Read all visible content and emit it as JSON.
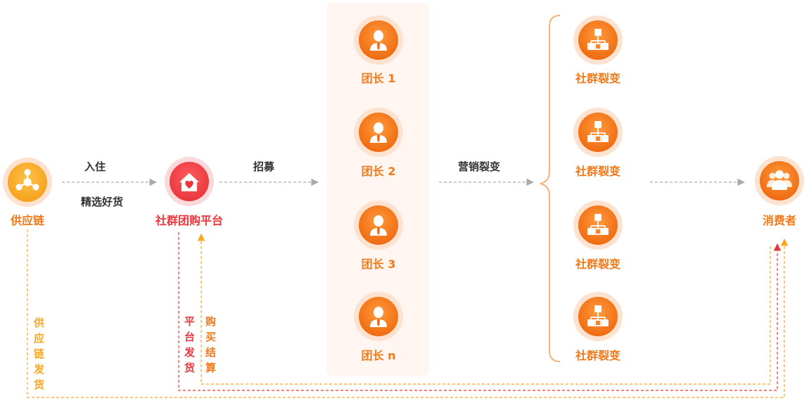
{
  "nodes": {
    "supply_chain": "供应链",
    "platform": "社群团购平台",
    "consumer": "消费者"
  },
  "leaders": [
    "团长 1",
    "团长 2",
    "团长 3",
    "团长 n"
  ],
  "fission_nodes": [
    "社群裂变",
    "社群裂变",
    "社群裂变",
    "社群裂变"
  ],
  "edge_labels": {
    "settle_in": "入住",
    "select_goods": "精选好货",
    "recruit": "招募",
    "marketing_fission": "营销裂变"
  },
  "return_labels": {
    "supply_chain_ship": "供应链发货",
    "platform_ship": "平台发货",
    "purchase_settle": "购买结算"
  },
  "colors": {
    "orange": "#f07a1a",
    "orange_light": "#fde3cf",
    "red": "#e8383d",
    "pink_light": "#fbd9da",
    "yellow": "#f9a51e",
    "gray_arrow": "#aaaaaa",
    "panel_bg": "#fff6f1"
  }
}
